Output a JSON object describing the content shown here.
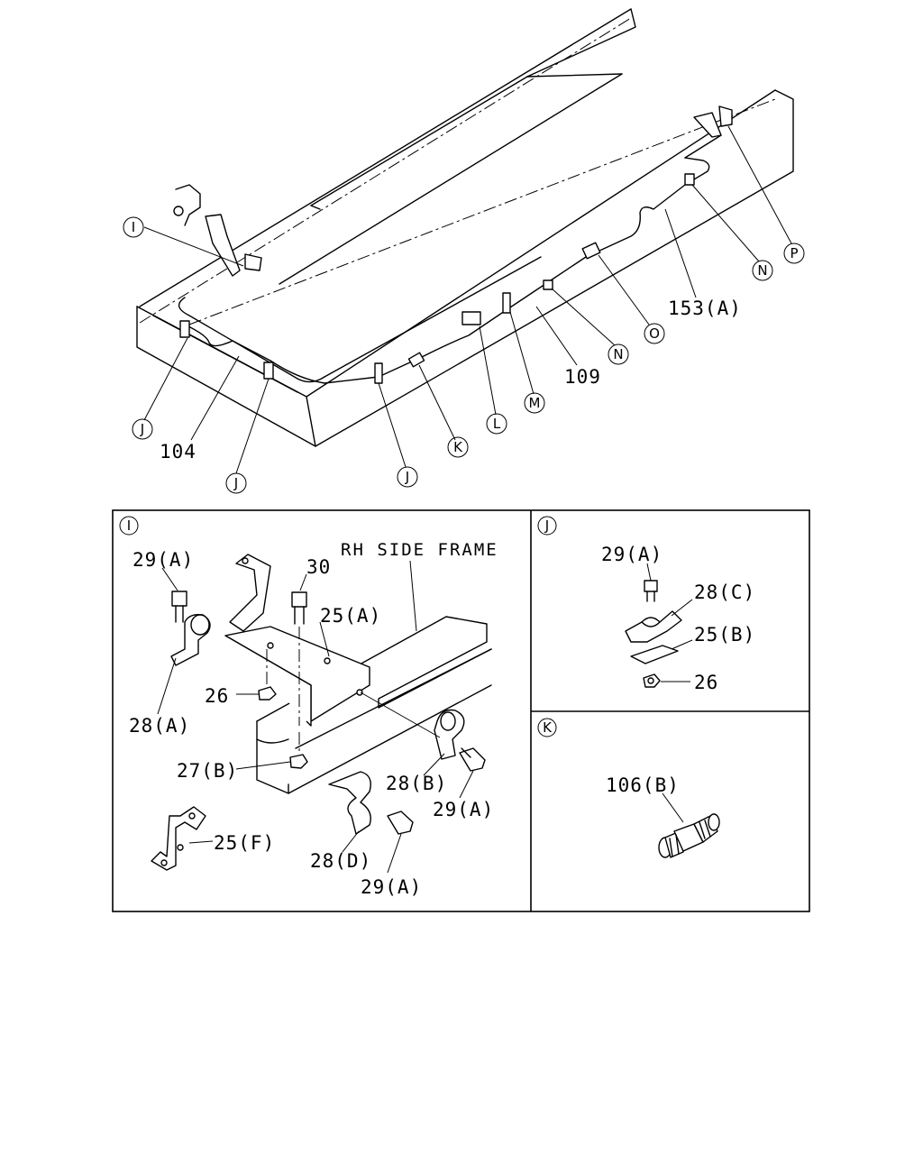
{
  "main_view": {
    "callouts": [
      "I",
      "J",
      "J",
      "J",
      "K",
      "L",
      "M",
      "N",
      "N",
      "O",
      "P"
    ],
    "part_labels": [
      "104",
      "109",
      "153(A)"
    ]
  },
  "detail_I": {
    "key": "I",
    "frame_label": "RH SIDE FRAME",
    "labels": [
      "29(A)",
      "30",
      "25(A)",
      "26",
      "28(A)",
      "27(B)",
      "28(B)",
      "29(A)",
      "25(F)",
      "28(D)",
      "29(A)"
    ]
  },
  "detail_J": {
    "key": "J",
    "labels": [
      "29(A)",
      "28(C)",
      "25(B)",
      "26"
    ]
  },
  "detail_K": {
    "key": "K",
    "labels": [
      "106(B)"
    ]
  }
}
